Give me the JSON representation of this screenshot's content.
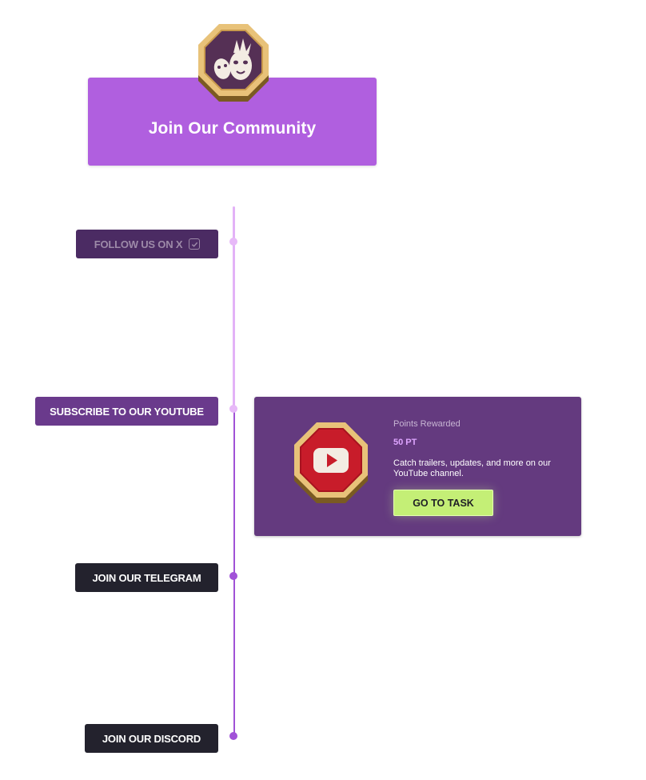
{
  "header": {
    "title": "Join Our Community",
    "badge_icon": "masks-icon"
  },
  "steps": [
    {
      "label": "FOLLOW US ON X",
      "status": "completed",
      "icon": "checkbox-checked-icon"
    },
    {
      "label": "SUBSCRIBE TO OUR YOUTUBE",
      "status": "active"
    },
    {
      "label": "JOIN OUR TELEGRAM",
      "status": "pending"
    },
    {
      "label": "JOIN OUR DISCORD",
      "status": "pending"
    }
  ],
  "task": {
    "badge_icon": "youtube-icon",
    "points_label": "Points Rewarded",
    "points_value": "50 PT",
    "description": "Catch trailers, updates, and more on our YouTube channel.",
    "button_label": "GO TO TASK"
  },
  "colors": {
    "header_bg": "#b05fdf",
    "card_bg": "#643a7f",
    "accent_green": "#c4ef76",
    "timeline_done": "#e3b2f7",
    "timeline_pending": "#a052d6"
  }
}
